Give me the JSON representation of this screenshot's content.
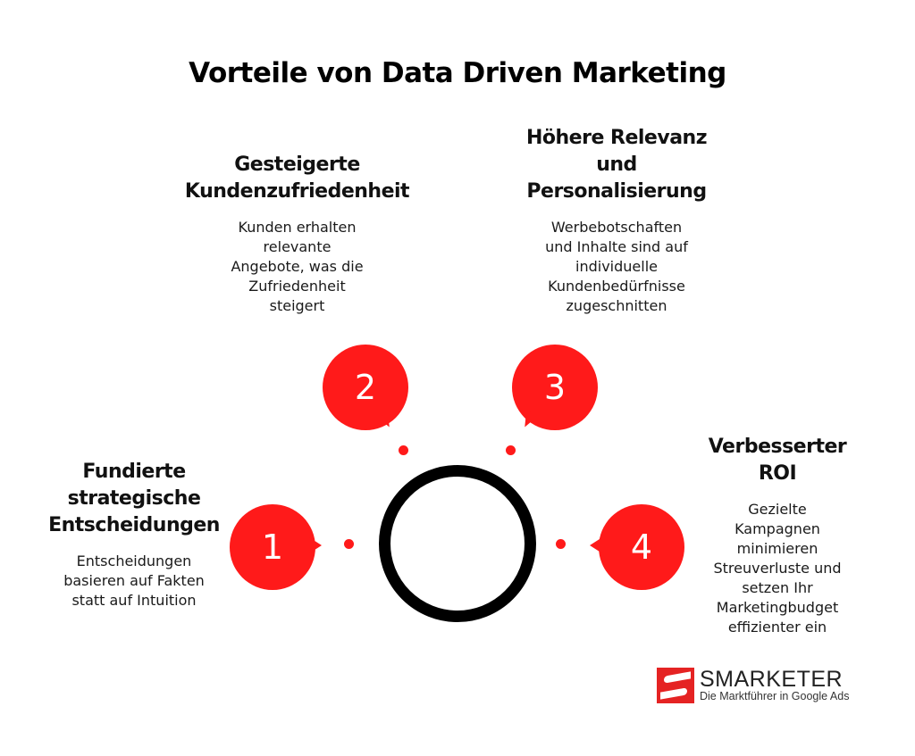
{
  "title": "Vorteile von Data Driven Marketing",
  "items": [
    {
      "number": "1",
      "heading_lines": [
        "Fundierte",
        "strategische",
        "Entscheidungen"
      ],
      "description_lines": [
        "Entscheidungen",
        "basieren auf Fakten",
        "statt auf Intuition"
      ]
    },
    {
      "number": "2",
      "heading_lines": [
        "Gesteigerte",
        "Kundenzufriedenheit"
      ],
      "description_lines": [
        "Kunden erhalten",
        "relevante",
        "Angebote, was die",
        "Zufriedenheit",
        "steigert"
      ]
    },
    {
      "number": "3",
      "heading_lines": [
        "Höhere Relevanz",
        "und",
        "Personalisierung"
      ],
      "description_lines": [
        "Werbebotschaften",
        "und Inhalte sind auf",
        "individuelle",
        "Kundenbedürfnisse",
        "zugeschnitten"
      ]
    },
    {
      "number": "4",
      "heading_lines": [
        "Verbesserter",
        "ROI"
      ],
      "description_lines": [
        "Gezielte",
        "Kampagnen",
        "minimieren",
        "Streuverluste und",
        "setzen Ihr",
        "Marketingbudget",
        "effizienter ein"
      ]
    }
  ],
  "colors": {
    "accent": "#ff1a1a",
    "ring": "#000000",
    "text": "#111111"
  },
  "logo": {
    "name": "SMARKETER",
    "tagline": "Die Marktführer in Google Ads"
  }
}
